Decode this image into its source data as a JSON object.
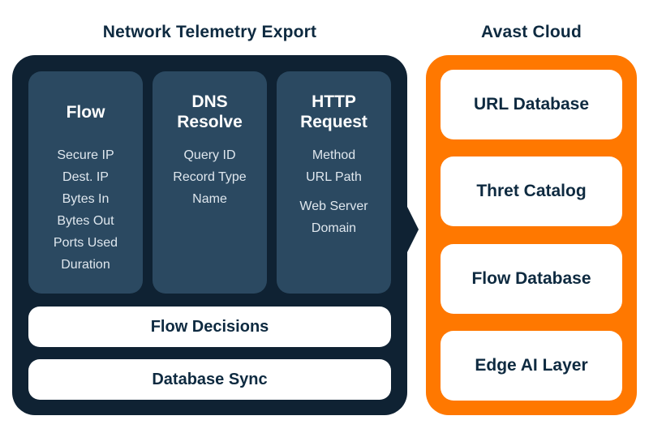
{
  "colors": {
    "background": "#ffffff",
    "panel_dark": "#0f2233",
    "card_slate": "#2b4961",
    "accent_orange": "#ff7800",
    "text_navy": "#0e2a40",
    "text_light": "#dfe7ee",
    "card_white": "#ffffff"
  },
  "telemetry_panel": {
    "title": "Network Telemetry Export",
    "cards": [
      {
        "title": "Flow",
        "items": [
          {
            "label": "Secure IP"
          },
          {
            "label": "Dest. IP"
          },
          {
            "label": "Bytes In"
          },
          {
            "label": "Bytes Out"
          },
          {
            "label": "Ports Used"
          },
          {
            "label": "Duration"
          }
        ]
      },
      {
        "title": "DNS Resolve",
        "items": [
          {
            "label": "Query ID"
          },
          {
            "label": "Record Type"
          },
          {
            "label": "Name"
          }
        ]
      },
      {
        "title": "HTTP Request",
        "items": [
          {
            "label": "Method"
          },
          {
            "label": "URL Path"
          },
          {
            "label": "Web Server Domain",
            "spaced": true
          }
        ]
      }
    ],
    "bars": [
      {
        "label": "Flow Decisions"
      },
      {
        "label": "Database Sync"
      }
    ]
  },
  "cloud_panel": {
    "title": "Avast Cloud",
    "cards": [
      {
        "label": "URL Database"
      },
      {
        "label": "Thret Catalog"
      },
      {
        "label": "Flow Database"
      },
      {
        "label": "Edge AI Layer"
      }
    ]
  }
}
